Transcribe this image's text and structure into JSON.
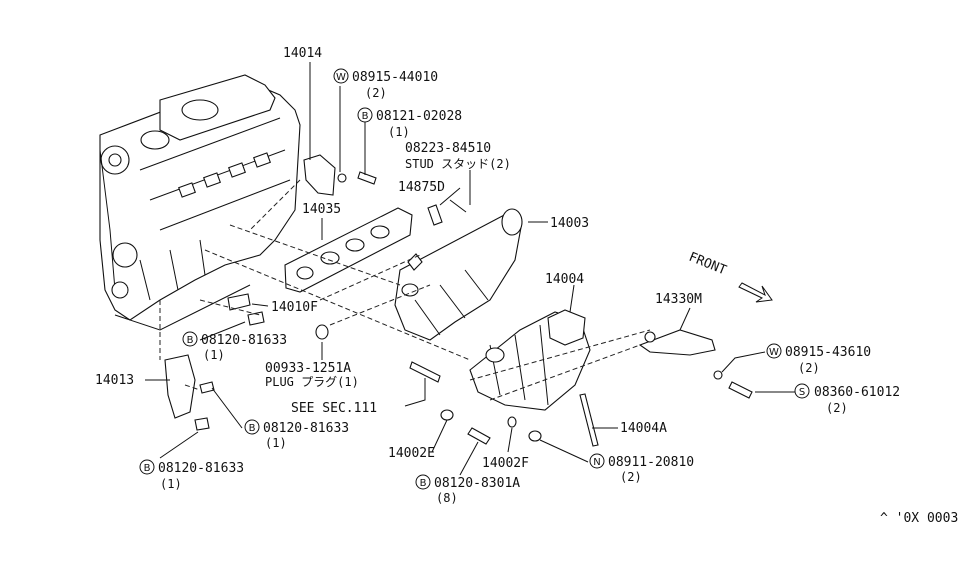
{
  "labels": {
    "p14014": "14014",
    "w1_code": "08915-44010",
    "w1_qty": "(2)",
    "b1_code": "08121-02028",
    "b1_qty": "(1)",
    "stud_code": "08223-84510",
    "stud_desc": "STUD スタッド(2)",
    "p14875d": "14875D",
    "p14003": "14003",
    "p14035": "14035",
    "p14004": "14004",
    "front": "FRONT",
    "p14330m": "14330M",
    "w2_code": "08915-43610",
    "w2_qty": "(2)",
    "s1_code": "08360-61012",
    "s1_qty": "(2)",
    "p14010f": "14010F",
    "b2_code": "08120-81633",
    "b2_qty": "(1)",
    "plug_code": "00933-1251A",
    "plug_desc": "PLUG プラグ(1)",
    "p14013": "14013",
    "see_sec": "SEE SEC.111",
    "b3_code": "08120-81633",
    "b3_qty": "(1)",
    "b4_code": "08120-81633",
    "b4_qty": "(1)",
    "p14004a": "14004A",
    "p14002e": "14002E",
    "p14002f": "14002F",
    "n1_code": "08911-20810",
    "n1_qty": "(2)",
    "b5_code": "08120-8301A",
    "b5_qty": "(8)",
    "footer": "^ '0X 0003"
  },
  "symbols": {
    "W": "W",
    "B": "B",
    "S": "S",
    "N": "N"
  }
}
